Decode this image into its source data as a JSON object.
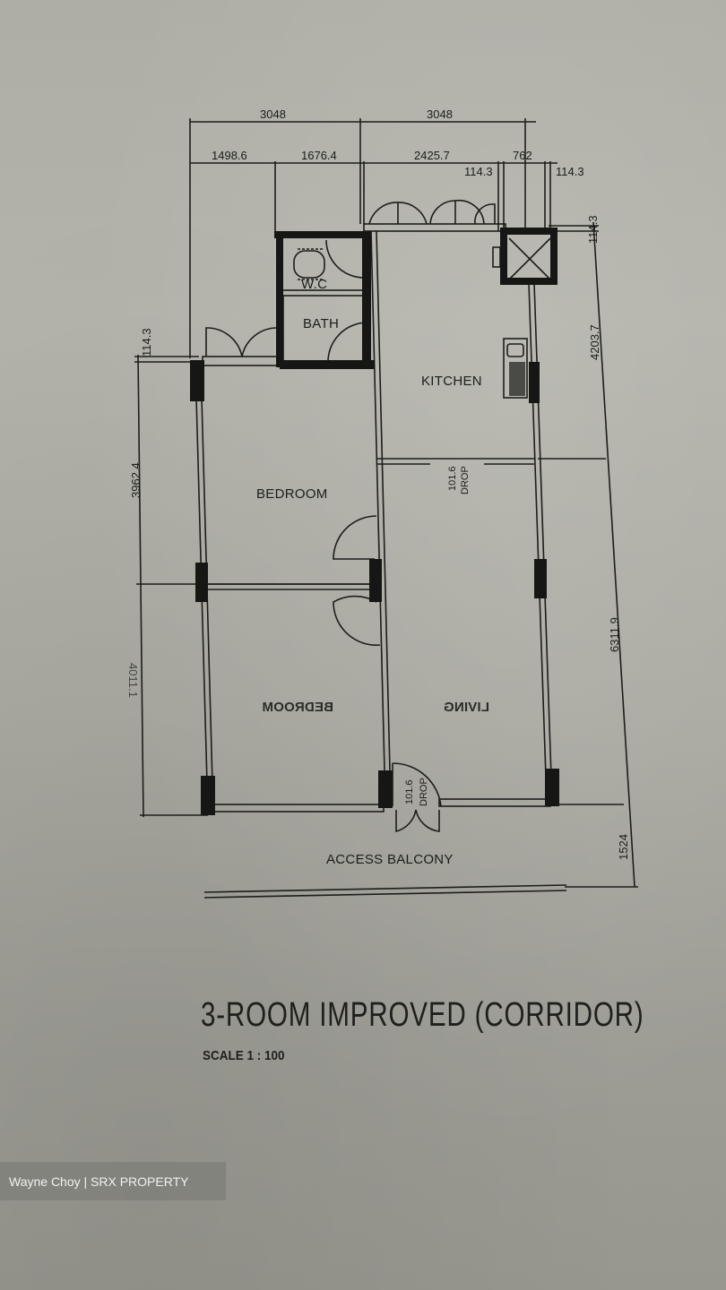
{
  "plan": {
    "title": "3-ROOM IMPROVED (CORRIDOR)",
    "scale": "SCALE 1 : 100",
    "rooms": {
      "wc": "W.C",
      "bath": "BATH",
      "kitchen": "KITCHEN",
      "bedroom_1": "BEDROOM",
      "bedroom_2_mirrored": "BEDROOM",
      "living_mirrored": "LIVING",
      "access_balcony": "ACCESS BALCONY"
    },
    "dimensions": {
      "top_overall_left": "3048",
      "top_overall_right": "3048",
      "top_seg_1": "1498.6",
      "top_seg_2": "1676.4",
      "top_seg_3": "2425.7",
      "top_seg_4": "762",
      "top_wall_left": "114.3",
      "top_wall_right": "114.3",
      "right_wall_top": "114.3",
      "right_kitchen": "4203.7",
      "right_living": "6311.9",
      "right_balcony": "1524",
      "left_wall": "114.3",
      "left_bedroom": "3962.4",
      "left_lower_mirrored": "4011.1",
      "kitchen_drop": "101.6",
      "kitchen_drop_label": "DROP",
      "entrance_drop": "101.6",
      "entrance_drop_label": "DROP"
    }
  },
  "watermark": {
    "text": "Wayne Choy | SRX PROPERTY",
    "background": "#80807a"
  },
  "colors": {
    "paper": "#aeaea6",
    "ink": "#1d1d1b"
  }
}
